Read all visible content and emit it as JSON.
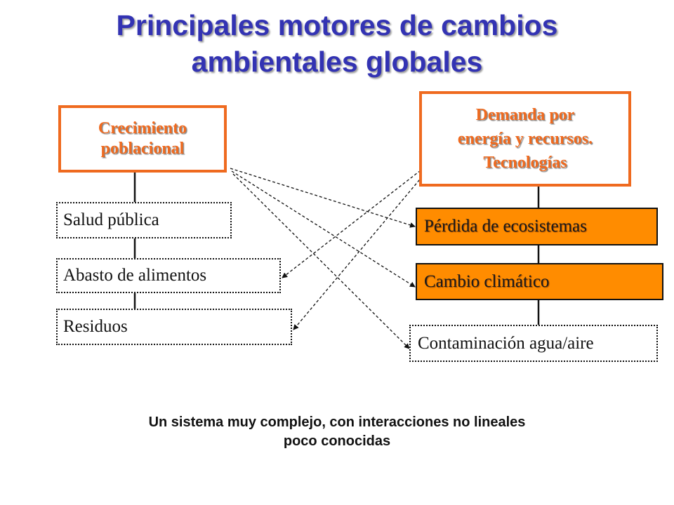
{
  "title": {
    "line1": "Principales motores de cambios",
    "line2": "ambientales globales"
  },
  "drivers": {
    "population": {
      "line1": "Crecimiento",
      "line2": "poblacional"
    },
    "demand": {
      "line1": "Demanda por",
      "line2": "energía y recursos.",
      "line3": "Tecnologías"
    }
  },
  "left_impacts": [
    "Salud pública",
    "Abasto de alimentos",
    "Residuos"
  ],
  "right_impacts": [
    "Pérdida de ecosistemas",
    "Cambio climático",
    "Contaminación agua/aire"
  ],
  "colors": {
    "title": "#3333b3",
    "driver_border": "#ef6a1f",
    "highlight_fill": "#ff8c00"
  },
  "footnote": {
    "line1": "Un sistema muy complejo, con interacciones no lineales",
    "line2": "poco conocidas"
  }
}
